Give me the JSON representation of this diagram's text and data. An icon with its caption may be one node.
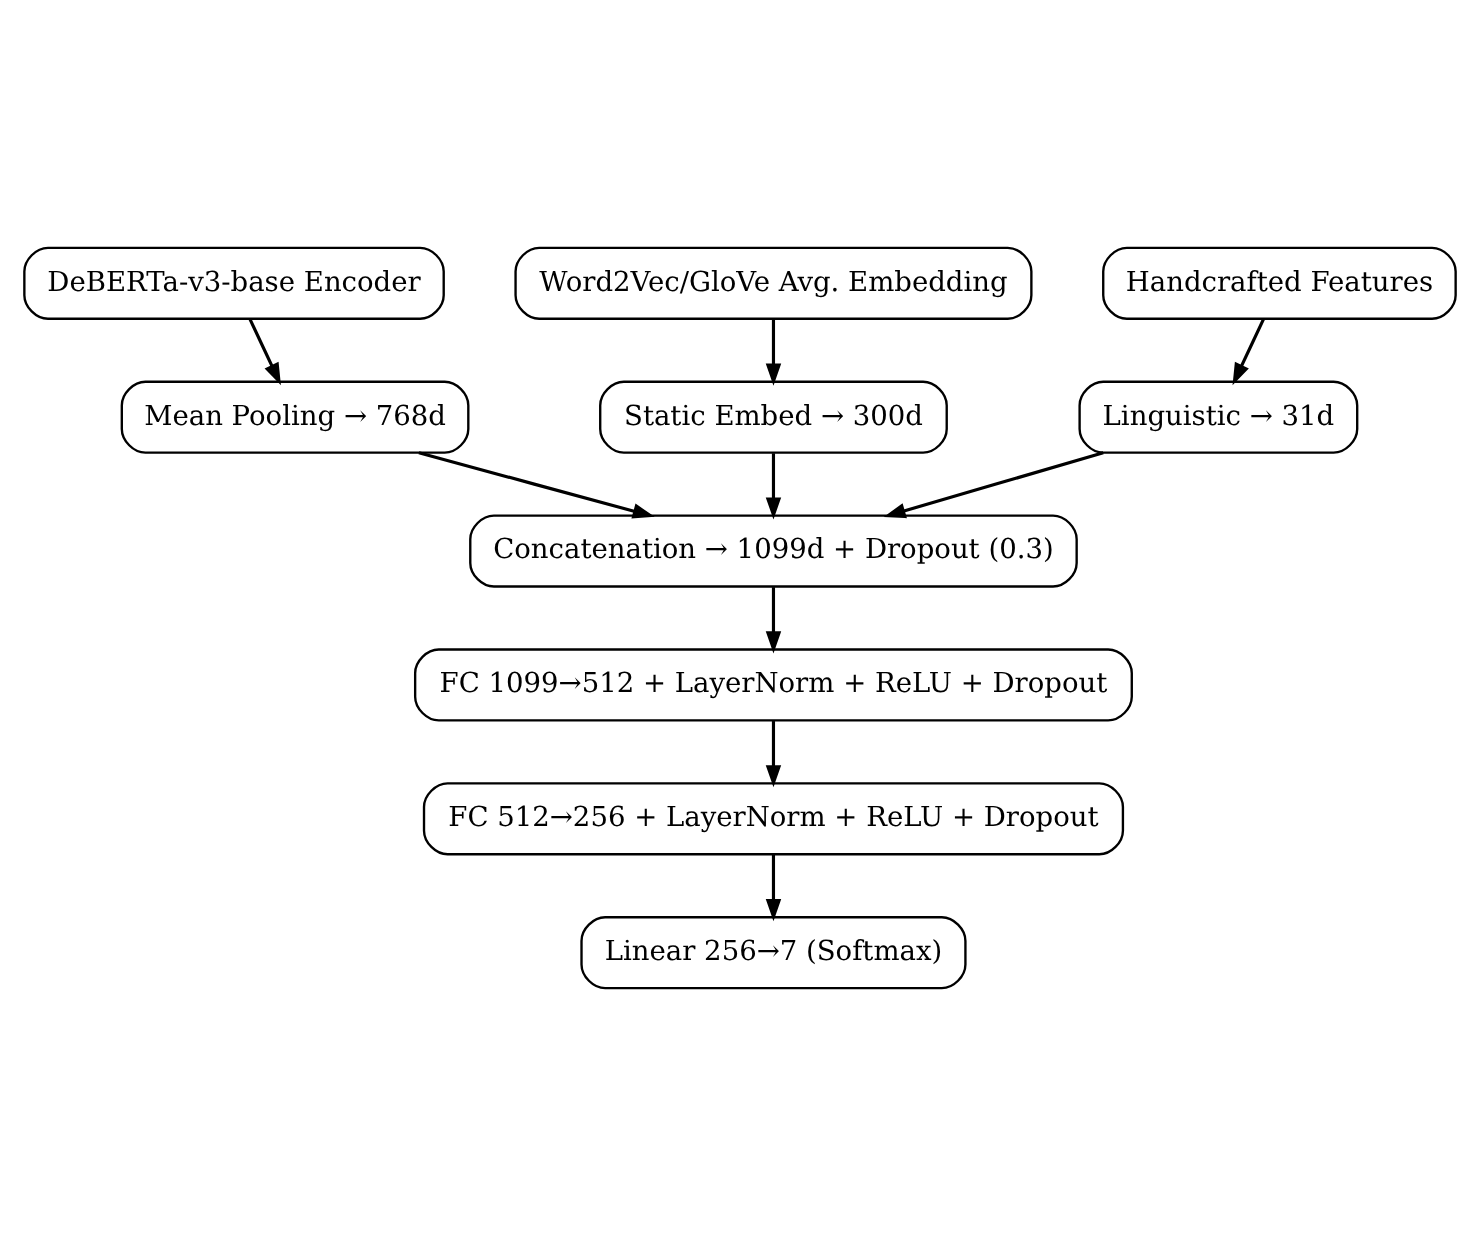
{
  "diagram": {
    "nodes": [
      {
        "text": [
          "DeBERTa-v3-base Encoder"
        ]
      },
      {
        "text": [
          "Word2Vec/GloVe Avg. Embedding"
        ]
      },
      {
        "text": [
          "Handcrafted Features"
        ]
      },
      {
        "text": [
          "Mean Pooling → 768d"
        ]
      },
      {
        "text": [
          "Static Embed → 300d"
        ]
      },
      {
        "text": [
          "Linguistic → 31d"
        ]
      },
      {
        "text": [
          "Concatenation → 1099d + Dropout (0.3)"
        ]
      },
      {
        "text": [
          "FC 1099→512 + LayerNorm + ReLU + Dropout"
        ]
      },
      {
        "text": [
          "FC 512→256 + LayerNorm + ReLU + Dropout"
        ]
      },
      {
        "text": [
          "Linear 256→7 (Softmax)"
        ]
      }
    ],
    "edges": [
      {
        "from": 0,
        "to": 3,
        "arrow": "to"
      },
      {
        "from": 1,
        "to": 4,
        "arrow": "to"
      },
      {
        "from": 2,
        "to": 5,
        "arrow": "to"
      },
      {
        "from": 3,
        "to": 6,
        "arrow": "to"
      },
      {
        "from": 4,
        "to": 6,
        "arrow": "to"
      },
      {
        "from": 5,
        "to": 6,
        "arrow": "to"
      },
      {
        "from": 6,
        "to": 7,
        "arrow": "to"
      },
      {
        "from": 7,
        "to": 8,
        "arrow": "to"
      },
      {
        "from": 8,
        "to": 9,
        "arrow": "to"
      }
    ]
  }
}
